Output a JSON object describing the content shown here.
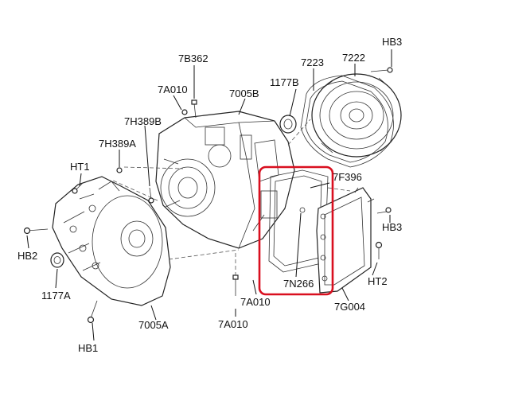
{
  "labels": {
    "HB3_top": "HB3",
    "p7222": "7222",
    "p7223": "7223",
    "p7B362": "7B362",
    "p1177B": "1177B",
    "p7A010_top": "7A010",
    "p7005B": "7005B",
    "p7H389B": "7H389B",
    "p7H389A": "7H389A",
    "HT1": "HT1",
    "p7F396": "7F396",
    "HB3_right": "HB3",
    "HB2": "HB2",
    "p1177A": "1177A",
    "p7N266": "7N266",
    "HT2": "HT2",
    "p7A010_bottom": "7A010",
    "p7A010_low": "7A010",
    "p7G004": "7G004",
    "p7005A": "7005A",
    "HB1": "HB1"
  },
  "colors": {
    "highlight": "#d90f1f",
    "line": "#222222"
  }
}
